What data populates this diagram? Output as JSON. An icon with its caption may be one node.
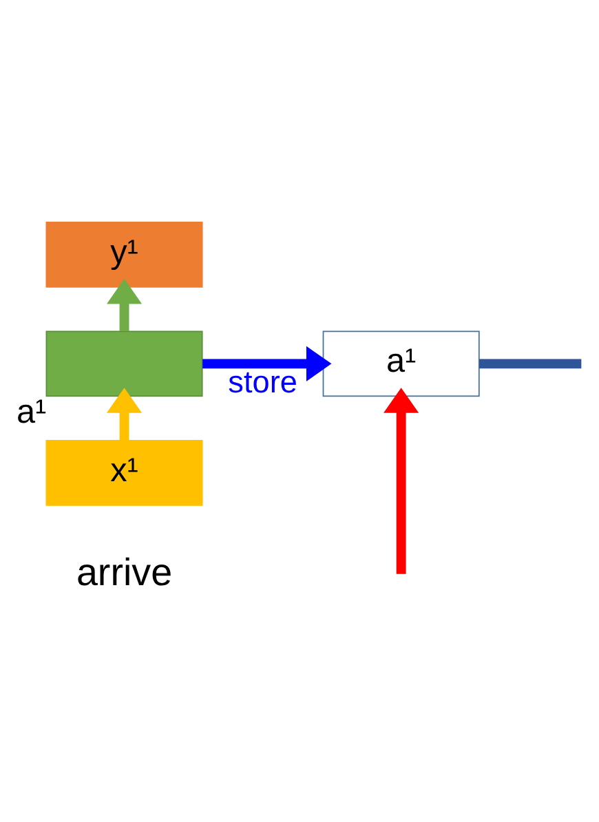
{
  "diagram": {
    "nodes": [
      {
        "text": [
          "y¹"
        ]
      },
      {
        "text": [],
        "shape": "box",
        "beside": [
          "a¹"
        ]
      },
      {
        "text": [
          "a¹"
        ]
      },
      {
        "text": [
          "x¹"
        ]
      }
    ],
    "edges": [
      {
        "from": 3,
        "to": 1,
        "arrow": "to",
        "color": "#ffc000"
      },
      {
        "from": 1,
        "to": 0,
        "arrow": "to",
        "color": "#70ad47"
      },
      {
        "from": 1,
        "to": 2,
        "arrow": "to",
        "label": "store",
        "color": "#0000ff"
      },
      {
        "from": null,
        "to": 2,
        "arrow": "to",
        "color": "#ff0000"
      },
      {
        "from": 2,
        "to": null,
        "arrow": "none",
        "color": "#2f5597"
      }
    ],
    "labels": [
      "arrive"
    ]
  }
}
